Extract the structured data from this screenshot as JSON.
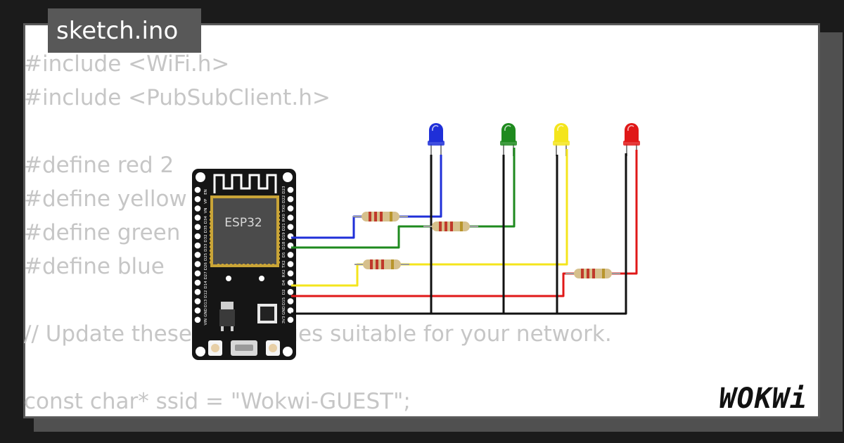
{
  "file_tab": {
    "label": "sketch.ino"
  },
  "code_lines": [
    "#include <WiFi.h>",
    "#include <PubSubClient.h>",
    "",
    "#define red 2",
    "#define yellow",
    "#define green",
    "#define blue",
    "",
    "// Update these with values suitable for your network.",
    "",
    "const char* ssid = \"Wokwi-GUEST\";"
  ],
  "board": {
    "chip_label": "ESP32",
    "left_pins": [
      "EN",
      "VP",
      "VN",
      "D34",
      "D35",
      "D32",
      "D33",
      "D25",
      "D26",
      "D27",
      "D14",
      "D12",
      "D13",
      "GND",
      "VIN"
    ],
    "right_pins": [
      "D23",
      "D22",
      "TX0",
      "RX0",
      "D21",
      "D19",
      "D18",
      "D5",
      "TX2",
      "RX2",
      "D4",
      "D2",
      "D15",
      "GND",
      "3V3"
    ]
  },
  "leds": [
    "blue",
    "green",
    "yellow",
    "red"
  ],
  "colors": {
    "blue": "#1f2fd8",
    "green": "#1e8a1e",
    "yellow": "#f4e51c",
    "red": "#e01818",
    "ground": "#111111"
  },
  "brand": {
    "name": "WOKWi"
  }
}
